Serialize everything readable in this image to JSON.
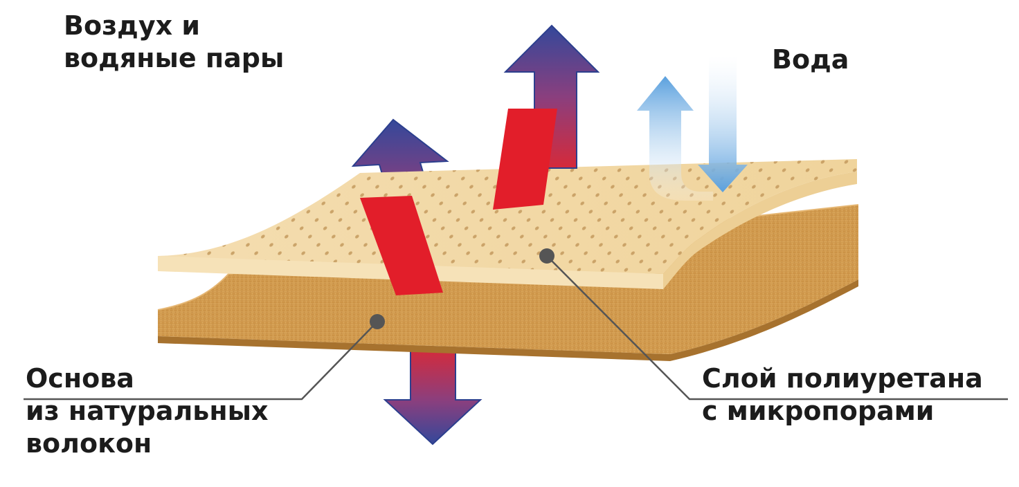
{
  "labels": {
    "air_vapor": [
      "Воздух и",
      "водяные пары"
    ],
    "water": "Вода",
    "base": [
      "Основа",
      "из натуральных",
      "волокон"
    ],
    "polyurethane": [
      "Слой полиуретана",
      "с микропорами"
    ]
  },
  "colors": {
    "vapor_arrow_top": "#3a4a9c",
    "vapor_arrow_bottom": "#d42b3a",
    "flow_band": "#e21e2a",
    "water_arrow": "#6aa9e0",
    "membrane": "#f2d6a0",
    "base_fabric": "#d19b4c",
    "pore_dot": "#c4955a",
    "callout": "#555555"
  }
}
